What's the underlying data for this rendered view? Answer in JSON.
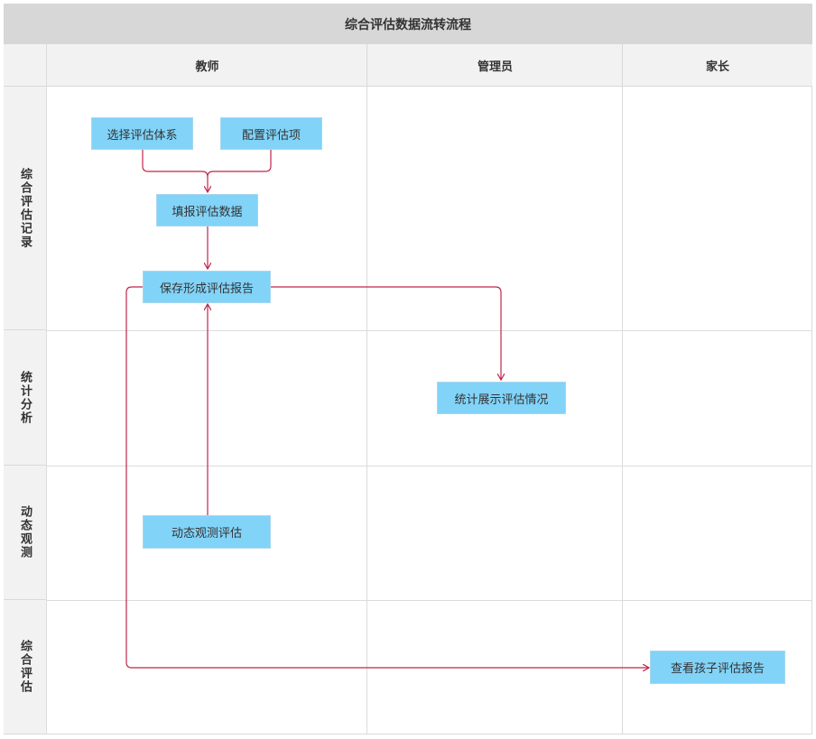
{
  "title": "综合评估数据流转流程",
  "columns": [
    {
      "id": "teacher",
      "label": "教师"
    },
    {
      "id": "admin",
      "label": "管理员"
    },
    {
      "id": "parent",
      "label": "家长"
    }
  ],
  "rows": [
    {
      "id": "record",
      "label": "综合评估记录"
    },
    {
      "id": "stats",
      "label": "统计分析"
    },
    {
      "id": "observe",
      "label": "动态观测"
    },
    {
      "id": "evaluate",
      "label": "综合评估"
    }
  ],
  "nodes": [
    {
      "id": "select-system",
      "label": "选择评估体系"
    },
    {
      "id": "config-items",
      "label": "配置评估项"
    },
    {
      "id": "fill-data",
      "label": "填报评估数据"
    },
    {
      "id": "save-report",
      "label": "保存形成评估报告"
    },
    {
      "id": "stats-display",
      "label": "统计展示评估情况"
    },
    {
      "id": "dynamic-observe",
      "label": "动态观测评估"
    },
    {
      "id": "view-report",
      "label": "查看孩子评估报告"
    }
  ],
  "edges": [
    {
      "from": "select-system",
      "to": "fill-data"
    },
    {
      "from": "config-items",
      "to": "fill-data"
    },
    {
      "from": "fill-data",
      "to": "save-report"
    },
    {
      "from": "save-report",
      "to": "stats-display"
    },
    {
      "from": "dynamic-observe",
      "to": "save-report"
    },
    {
      "from": "save-report",
      "to": "view-report"
    }
  ],
  "colors": {
    "node_fill": "#81d3f8",
    "edge": "#c0254a",
    "header_bg": "#f2f2f2",
    "title_bg": "#d7d7d7"
  }
}
